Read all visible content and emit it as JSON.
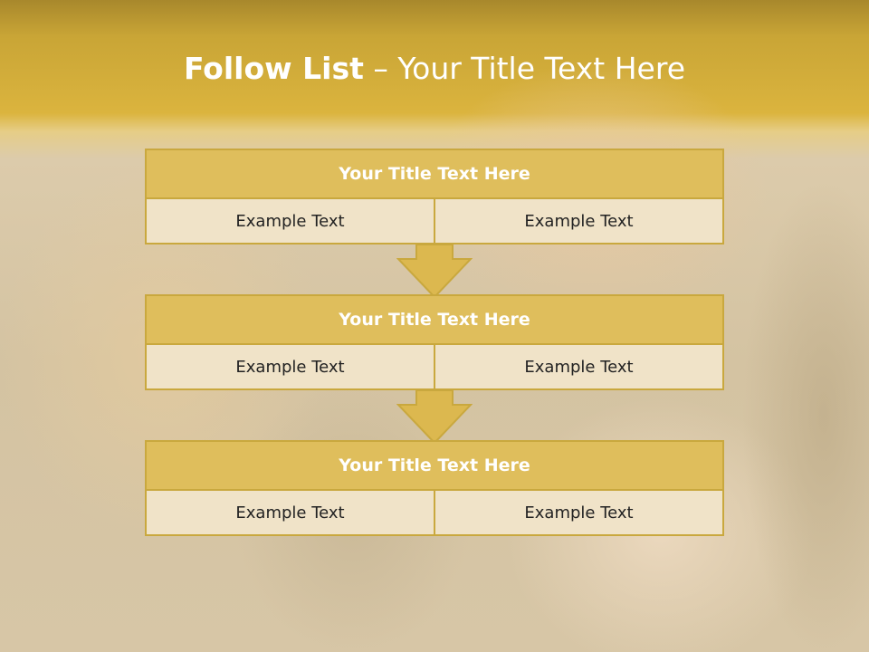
{
  "title": {
    "strong": "Follow List",
    "separator": " – ",
    "rest": "Your Title Text Here"
  },
  "steps": [
    {
      "heading": "Your Title Text Here",
      "left": "Example Text",
      "right": "Example Text"
    },
    {
      "heading": "Your Title Text Here",
      "left": "Example Text",
      "right": "Example Text"
    },
    {
      "heading": "Your Title Text Here",
      "left": "Example Text",
      "right": "Example Text"
    }
  ],
  "colors": {
    "header_fill": "#dfbe5c",
    "cell_fill": "#f0e3c8",
    "border": "#c9a83e",
    "arrow": "#dcb84f"
  }
}
